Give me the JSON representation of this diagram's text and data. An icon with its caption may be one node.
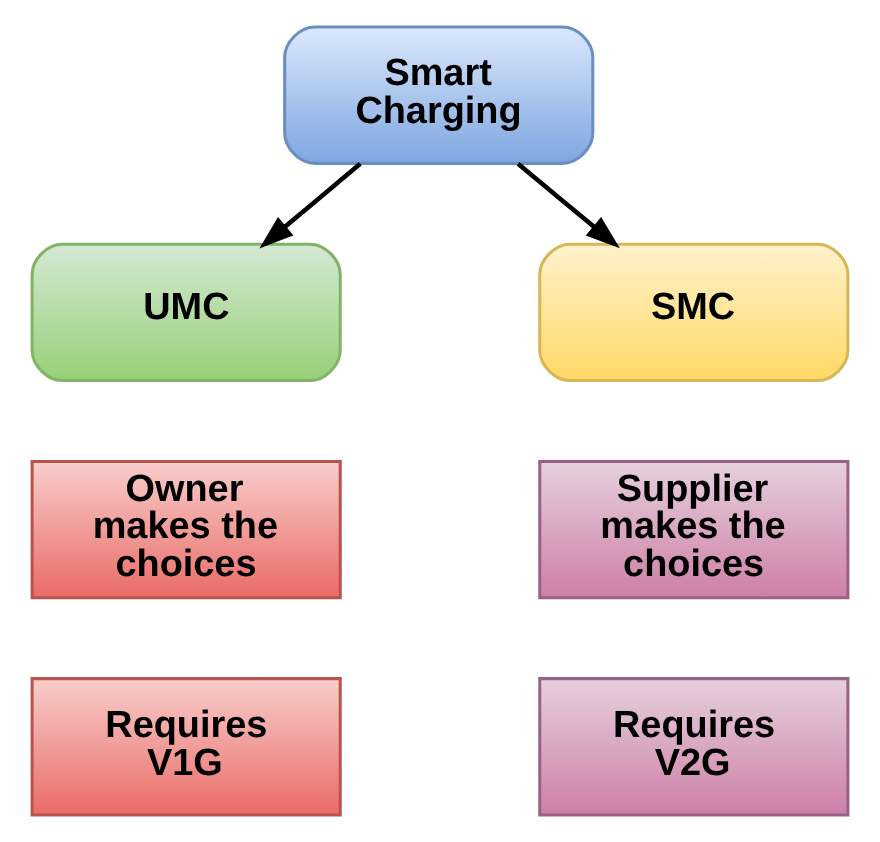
{
  "diagram": {
    "nodes": [
      {
        "text": [
          "Smart Charging"
        ]
      },
      {
        "text": [
          "UMC"
        ]
      },
      {
        "text": [
          "SMC"
        ]
      },
      {
        "text": [
          "Owner makes the choices"
        ]
      },
      {
        "text": [
          "Supplier makes the choices"
        ]
      },
      {
        "text": [
          "Requires V1G"
        ]
      },
      {
        "text": [
          "Requires V2G"
        ]
      }
    ],
    "edges": [
      {
        "from": 0,
        "to": 1,
        "arrow": "to"
      },
      {
        "from": 0,
        "to": 2,
        "arrow": "to"
      }
    ]
  }
}
